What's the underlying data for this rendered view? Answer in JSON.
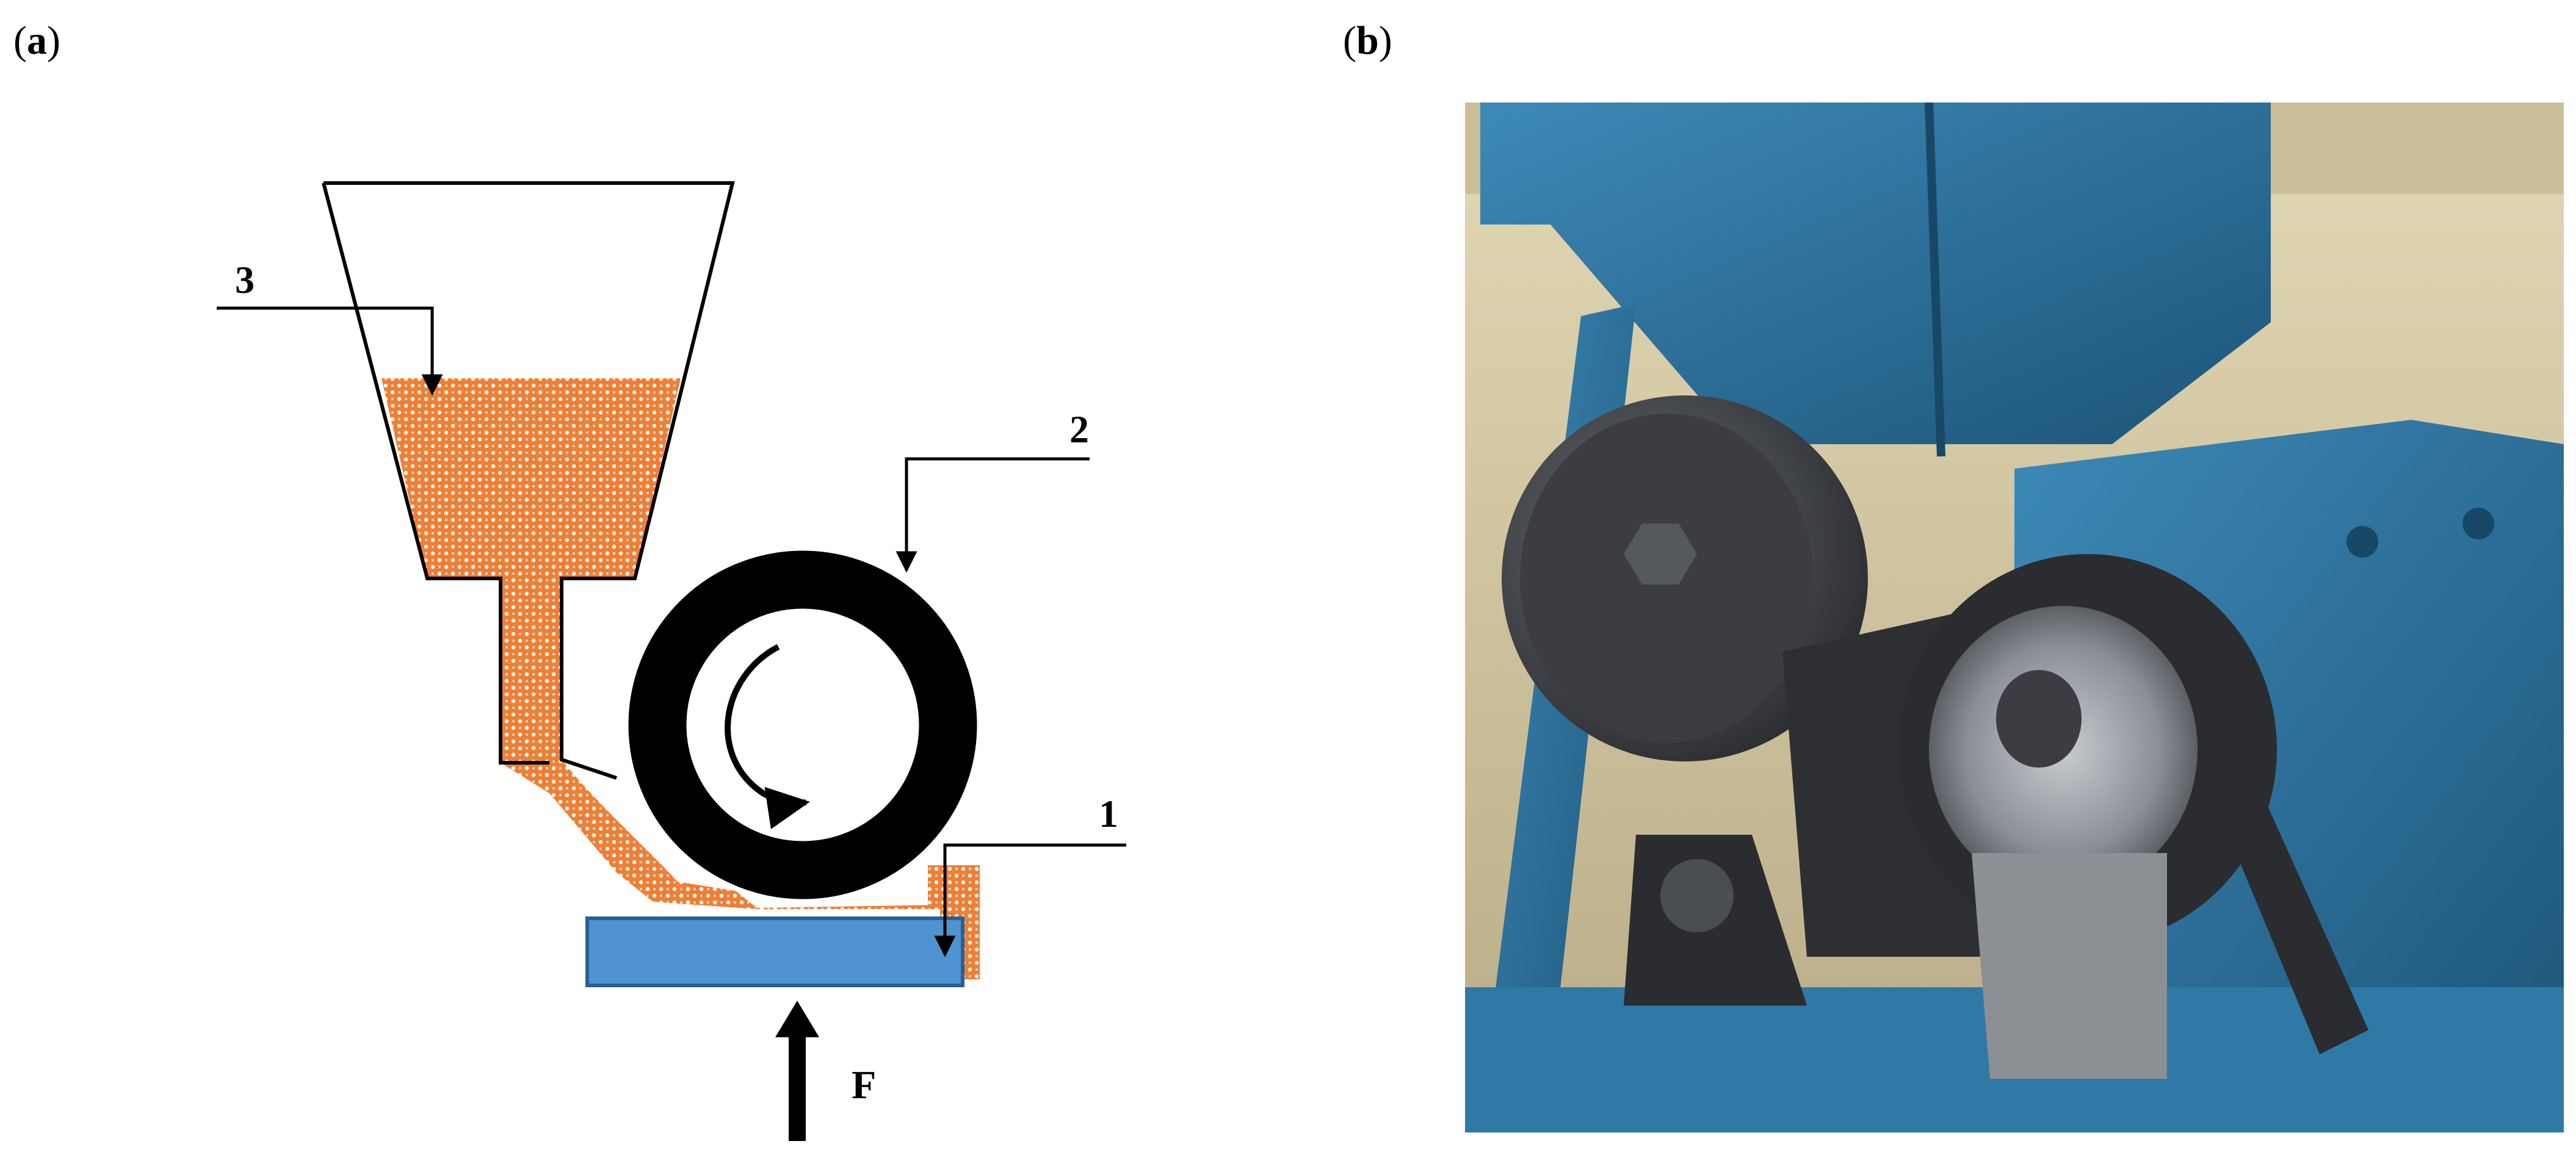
{
  "panels": {
    "a": {
      "label_open": "(",
      "letter": "a",
      "label_close": ")"
    },
    "b": {
      "label_open": "(",
      "letter": "b",
      "label_close": ")"
    }
  },
  "diagram": {
    "callouts": {
      "one": "1",
      "two": "2",
      "three": "3"
    },
    "force_label": "F",
    "colors": {
      "powder": "#ef7f35",
      "powder_dot": "#ffffff",
      "substrate": "#4f93d0",
      "substrate_stroke": "#2b5f95",
      "roller": "#000000"
    }
  },
  "photo": {
    "colors": {
      "machine_blue": "#2f79a6",
      "machine_blue_dark": "#1d5478",
      "steel": "#4a4d52",
      "steel_dark": "#26282c",
      "wall": "#d8cca6",
      "background": "#bfb38f"
    }
  }
}
